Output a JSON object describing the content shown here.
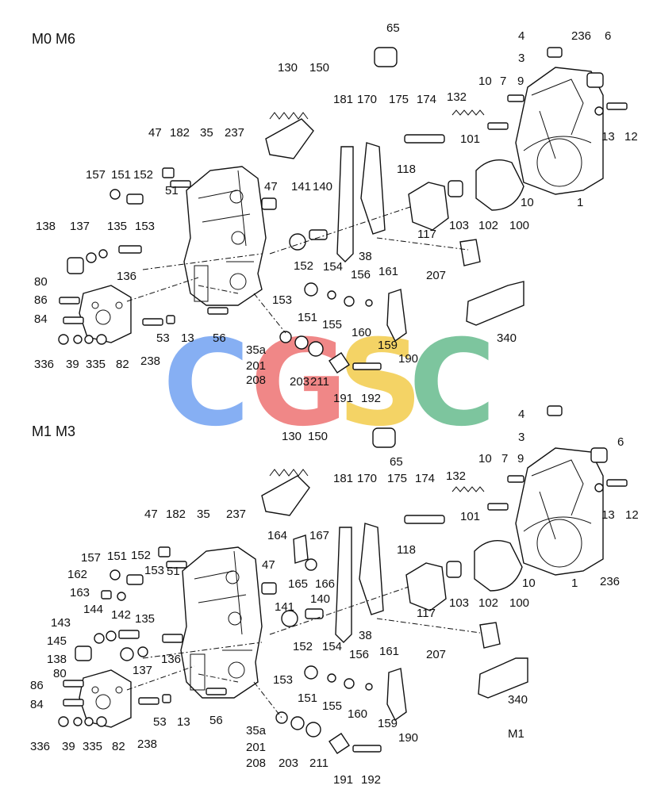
{
  "sections": [
    {
      "title": "M0 M6"
    },
    {
      "title": "M1 M3"
    }
  ],
  "watermark": {
    "letters": [
      "C",
      "G",
      "S",
      "C"
    ],
    "colors": [
      "#7aa7f2",
      "#ef7b7b",
      "#f3cf55",
      "#6fbf94"
    ]
  },
  "upper_labels": [
    "4",
    "236",
    "6",
    "65",
    "3",
    "130",
    "150",
    "10",
    "7",
    "9",
    "181",
    "170",
    "175",
    "174",
    "132",
    "13",
    "12",
    "101",
    "47",
    "182",
    "35",
    "237",
    "118",
    "157",
    "151",
    "152",
    "51",
    "47",
    "141",
    "140",
    "10",
    "1",
    "153",
    "117",
    "103",
    "102",
    "100",
    "138",
    "137",
    "135",
    "38",
    "136",
    "207",
    "152",
    "154",
    "156",
    "161",
    "80",
    "86",
    "153",
    "151",
    "340",
    "84",
    "53",
    "13",
    "56",
    "155",
    "160",
    "159",
    "35a",
    "190",
    "201",
    "336",
    "39",
    "335",
    "82",
    "238",
    "208",
    "203",
    "211",
    "191",
    "192"
  ],
  "lower_labels": [
    "4",
    "3",
    "6",
    "130",
    "150",
    "65",
    "10",
    "7",
    "9",
    "181",
    "170",
    "175",
    "174",
    "132",
    "13",
    "12",
    "101",
    "164",
    "167",
    "47",
    "182",
    "35",
    "237",
    "118",
    "157",
    "151",
    "152",
    "153",
    "51",
    "10",
    "1",
    "236",
    "162",
    "47",
    "165",
    "166",
    "163",
    "140",
    "141",
    "117",
    "103",
    "102",
    "100",
    "143",
    "144",
    "142",
    "135",
    "38",
    "145",
    "138",
    "136",
    "137",
    "152",
    "154",
    "156",
    "161",
    "207",
    "80",
    "153",
    "151",
    "155",
    "160",
    "159",
    "86",
    "340",
    "84",
    "53",
    "13",
    "56",
    "190",
    "M1",
    "35a",
    "336",
    "39",
    "335",
    "82",
    "238",
    "201",
    "208",
    "203",
    "211",
    "191",
    "192"
  ]
}
